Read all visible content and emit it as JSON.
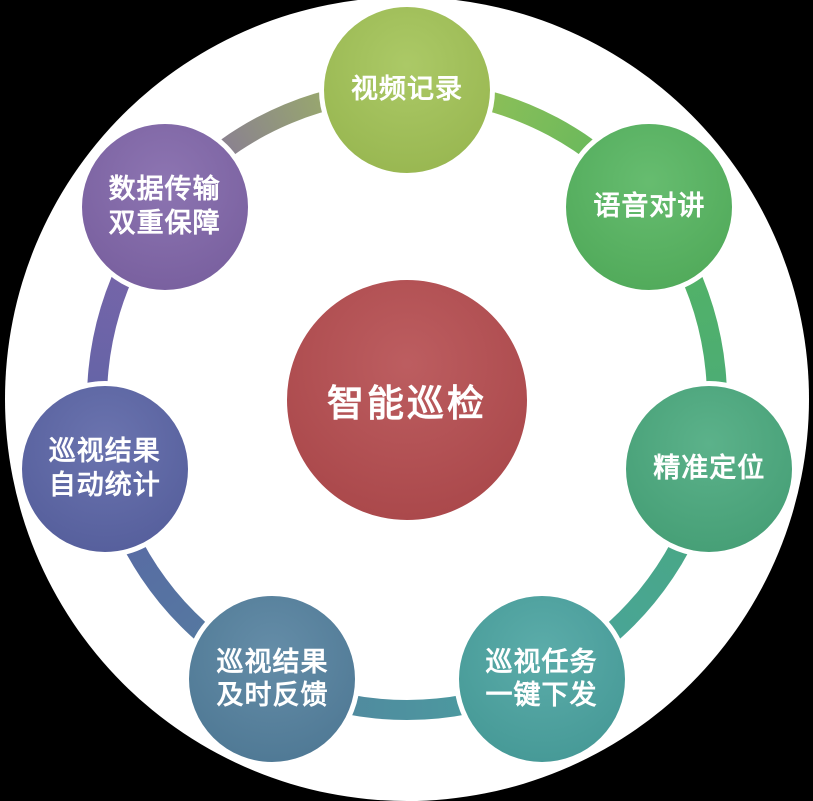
{
  "background": {
    "page": "#000000",
    "backdrop": "#ffffff"
  },
  "center": {
    "label": "智能巡检",
    "color": "#b54b4e",
    "text_color": "#ffffff"
  },
  "satellites": [
    {
      "label": "视频记录",
      "color": "#a2c355"
    },
    {
      "label": "语音对讲",
      "color": "#55b55f"
    },
    {
      "label": "精准定位",
      "color": "#49a97d"
    },
    {
      "label": "巡视任务\n一键下发",
      "color": "#49a3a0"
    },
    {
      "label": "巡视结果\n及时反馈",
      "color": "#53809e"
    },
    {
      "label": "巡视结果\n自动统计",
      "color": "#5a64a6"
    },
    {
      "label": "数据传输\n双重保障",
      "color": "#8065a9"
    }
  ]
}
